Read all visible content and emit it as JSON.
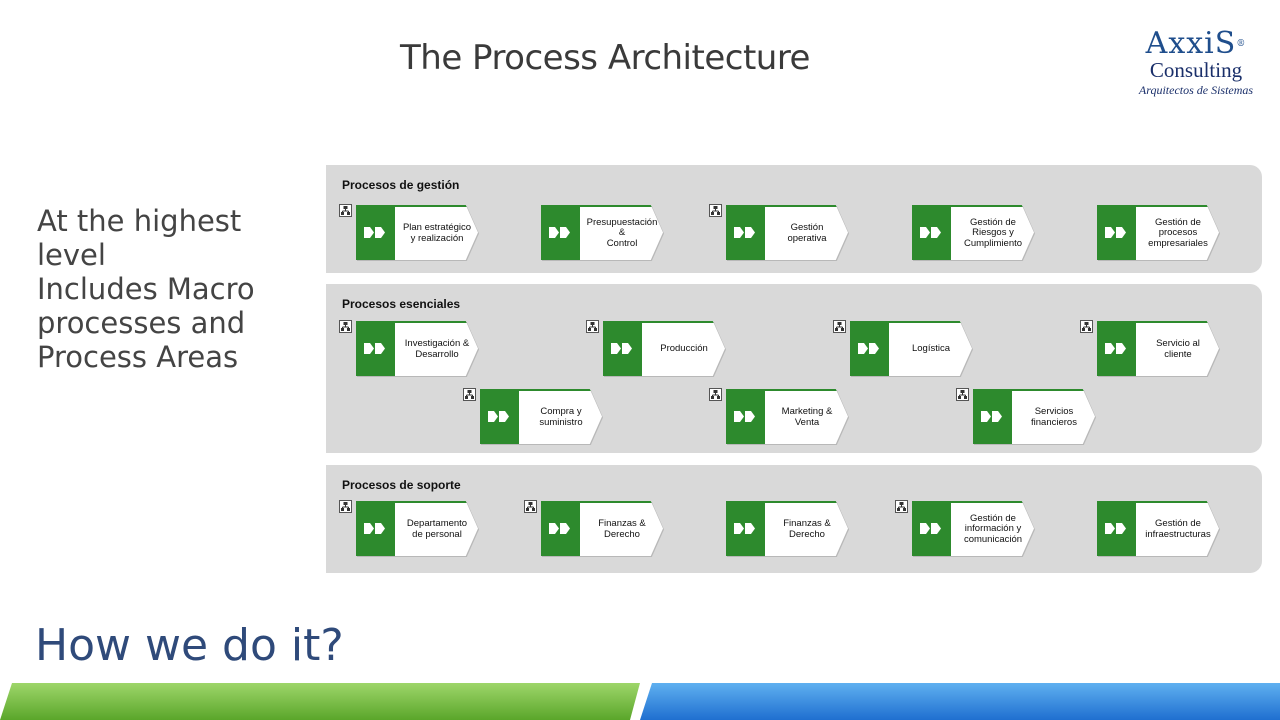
{
  "title": "The Process Architecture",
  "logo": {
    "name": "AxxiS",
    "registered": "®",
    "sub": "Consulting",
    "tagline": "Arquitectos de Sistemas"
  },
  "left_text": {
    "lines": [
      "At the highest level",
      "Includes Macro",
      "processes and",
      "Process Areas"
    ]
  },
  "bottom_heading": "How we do it?",
  "colors": {
    "process_green": "#2d8a2d",
    "lane_gray": "#d9d9d9",
    "heading_blue": "#2f4a7a",
    "bar_green": "#5aa62a",
    "bar_blue": "#1f6fd0"
  },
  "lanes": [
    {
      "title": "Procesos de gestión",
      "processes": [
        {
          "label": "Plan estratégico\ny realización",
          "has_structure_icon": true
        },
        {
          "label": "Presupuestación\n&\nControl",
          "has_structure_icon": false
        },
        {
          "label": "Gestión\noperativa",
          "has_structure_icon": true
        },
        {
          "label": "Gestión de\nRiesgos y\nCumplimiento",
          "has_structure_icon": false
        },
        {
          "label": "Gestión de\nprocesos\nempresariales",
          "has_structure_icon": false
        }
      ]
    },
    {
      "title": "Procesos esenciales",
      "processes": [
        {
          "label": "Investigación &\nDesarrollo",
          "has_structure_icon": true
        },
        {
          "label": "Producción",
          "has_structure_icon": true
        },
        {
          "label": "Logística",
          "has_structure_icon": true
        },
        {
          "label": "Servicio al\ncliente",
          "has_structure_icon": true
        },
        {
          "label": "Compra y\nsuministro",
          "has_structure_icon": true
        },
        {
          "label": "Marketing &\nVenta",
          "has_structure_icon": true
        },
        {
          "label": "Servicios\nfinancieros",
          "has_structure_icon": true
        }
      ]
    },
    {
      "title": "Procesos de soporte",
      "processes": [
        {
          "label": "Departamento\nde personal",
          "has_structure_icon": true
        },
        {
          "label": "Finanzas &\nDerecho",
          "has_structure_icon": true
        },
        {
          "label": "Finanzas &\nDerecho",
          "has_structure_icon": false
        },
        {
          "label": "Gestión de\ninformación y\ncomunicación",
          "has_structure_icon": true
        },
        {
          "label": "Gestión de\ninfraestructuras",
          "has_structure_icon": false
        }
      ]
    }
  ]
}
